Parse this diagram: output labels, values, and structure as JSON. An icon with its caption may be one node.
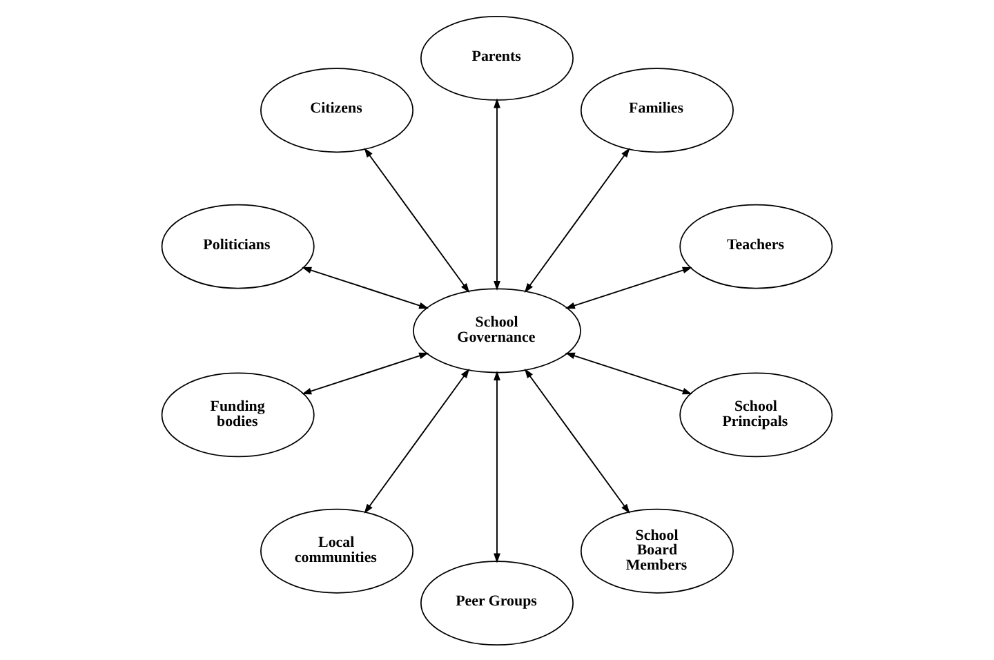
{
  "diagram": {
    "nodes": [
      {
        "text": [
          "Parents"
        ]
      },
      {
        "text": [
          "Citizens"
        ]
      },
      {
        "text": [
          "Families"
        ]
      },
      {
        "text": [
          "Politicians"
        ]
      },
      {
        "text": [
          "Teachers"
        ]
      },
      {
        "text": [
          "School Governance"
        ]
      },
      {
        "text": [
          "Funding bodies"
        ]
      },
      {
        "text": [
          "School Principals"
        ]
      },
      {
        "text": [
          "Local communities"
        ]
      },
      {
        "text": [
          "School Board Members"
        ]
      },
      {
        "text": [
          "Peer Groups"
        ]
      }
    ],
    "edges": [
      {
        "from": 5,
        "to": 0,
        "arrow": "both"
      },
      {
        "from": 5,
        "to": 1,
        "arrow": "both"
      },
      {
        "from": 5,
        "to": 2,
        "arrow": "both"
      },
      {
        "from": 5,
        "to": 3,
        "arrow": "both"
      },
      {
        "from": 5,
        "to": 4,
        "arrow": "both"
      },
      {
        "from": 5,
        "to": 6,
        "arrow": "both"
      },
      {
        "from": 5,
        "to": 7,
        "arrow": "both"
      },
      {
        "from": 5,
        "to": 8,
        "arrow": "both"
      },
      {
        "from": 5,
        "to": 9,
        "arrow": "both"
      },
      {
        "from": 5,
        "to": 10,
        "arrow": "both"
      }
    ]
  }
}
